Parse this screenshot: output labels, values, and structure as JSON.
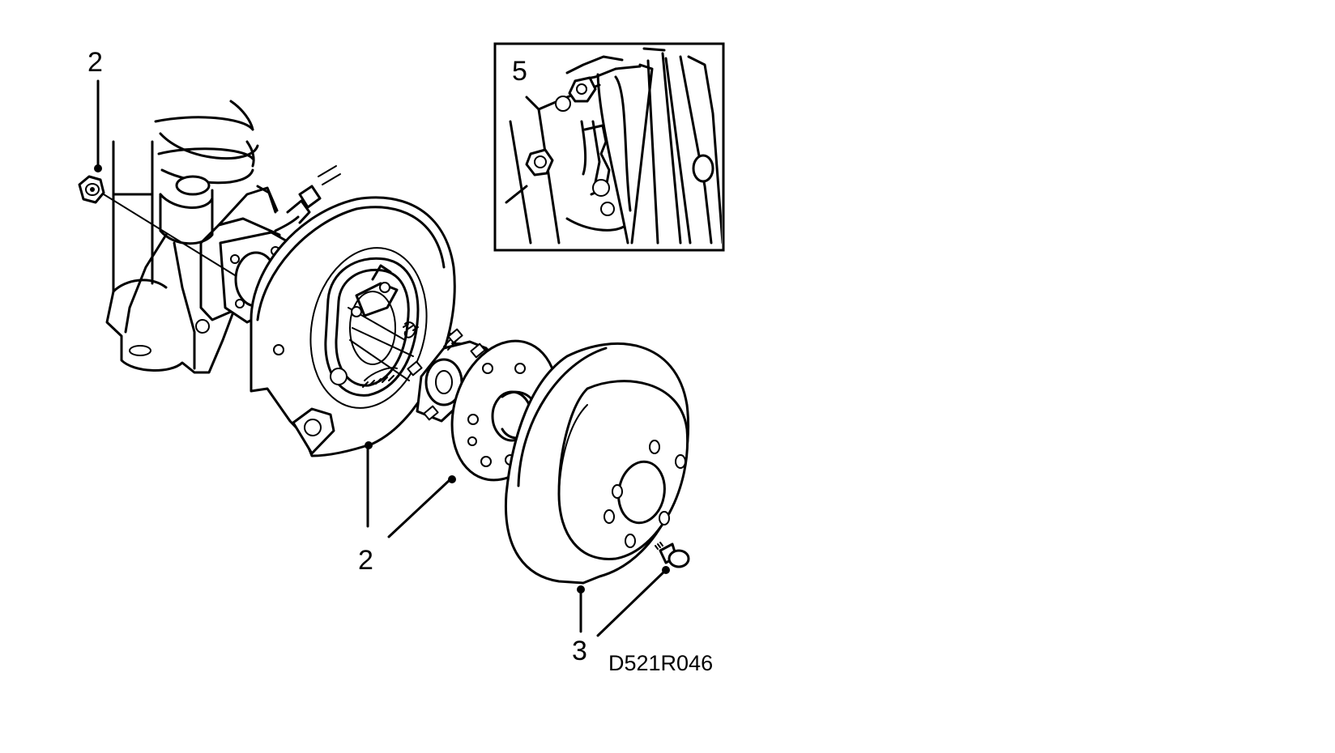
{
  "callouts": {
    "nut_top": "2",
    "parts_group": "2",
    "disc": "3",
    "inset": "5"
  },
  "drawing_code": "D521R046"
}
